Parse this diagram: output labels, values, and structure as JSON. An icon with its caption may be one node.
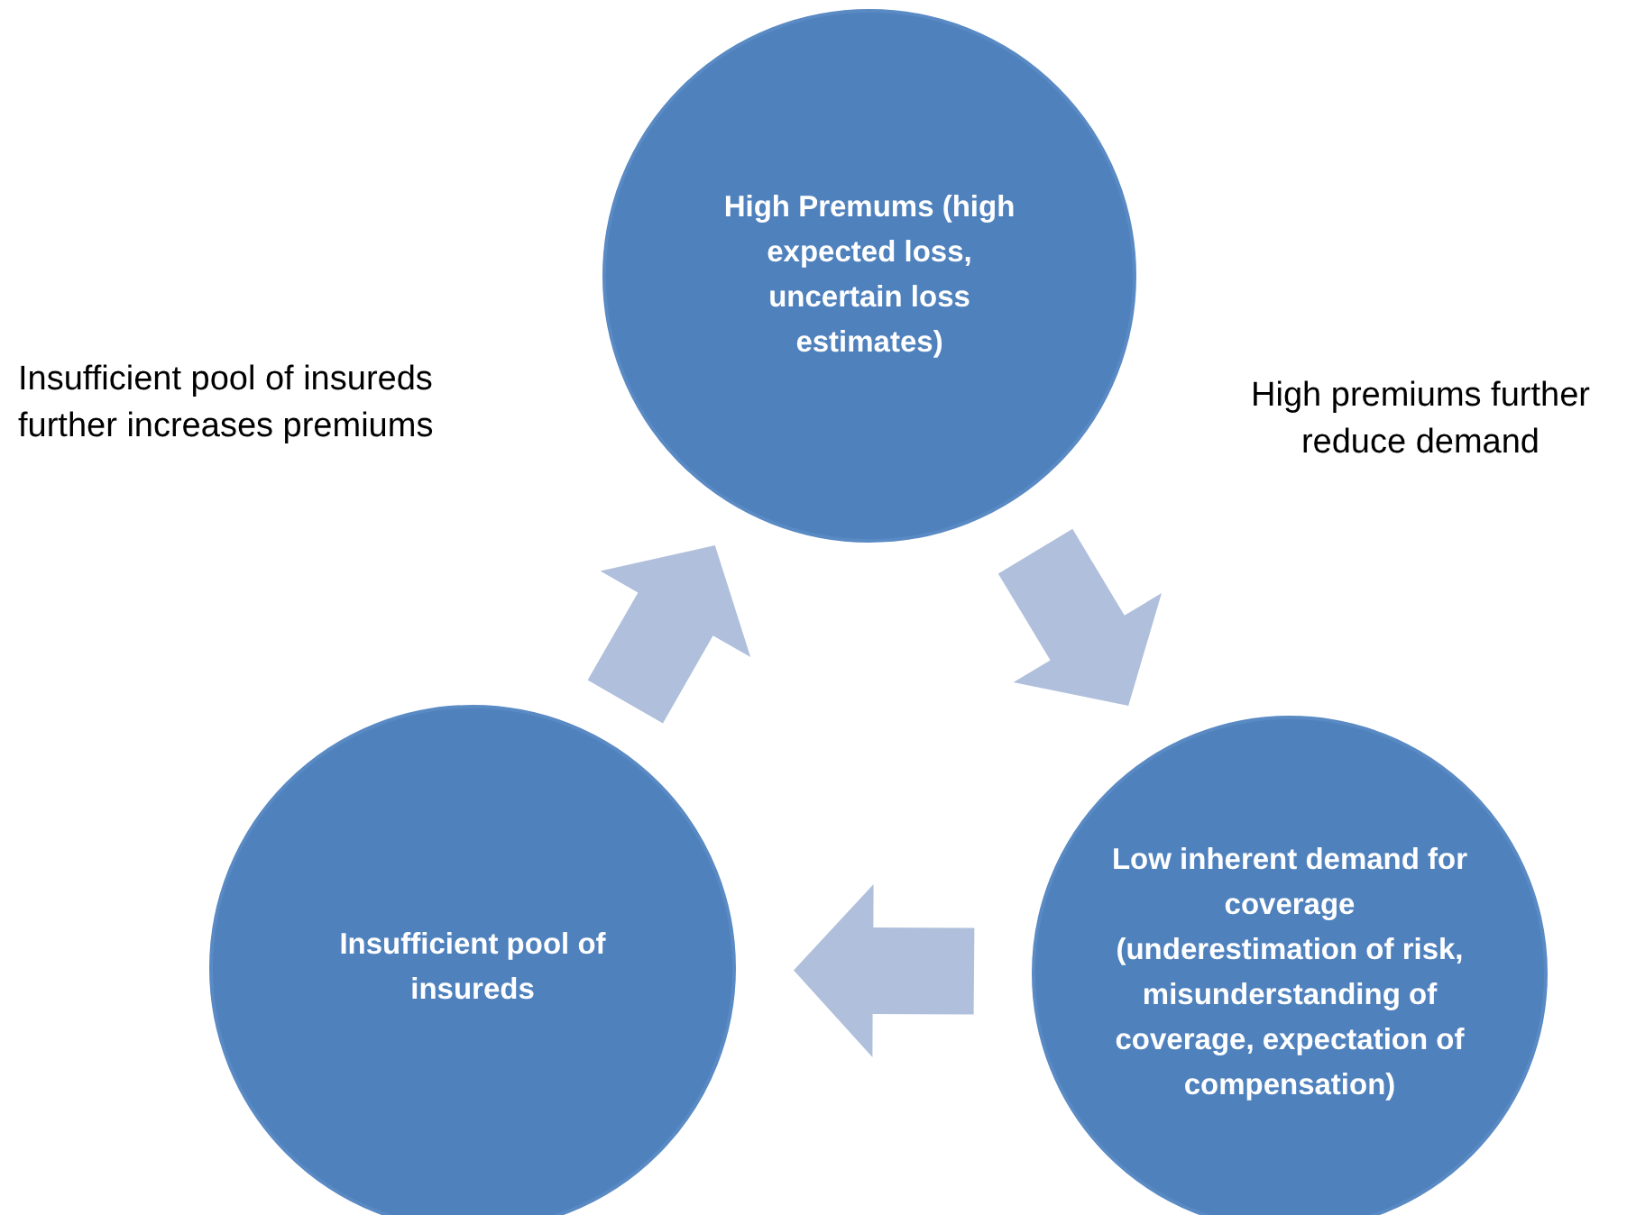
{
  "diagram": {
    "nodes": [
      {
        "text": [
          "High Premums (high expected loss, uncertain loss estimates)"
        ]
      },
      {
        "text": [
          "Low inherent demand for coverage (underestimation of risk, misunderstanding of coverage, expectation of compensation)"
        ]
      },
      {
        "text": [
          "Insufficient pool of insureds"
        ]
      }
    ],
    "edges": [
      {
        "from": 0,
        "to": 1,
        "arrow": "to"
      },
      {
        "from": 1,
        "to": 2,
        "arrow": "to"
      },
      {
        "from": 2,
        "to": 0,
        "arrow": "to"
      }
    ],
    "labels": [
      "Insufficient pool of insureds further increases premiums",
      "High premiums further reduce demand"
    ]
  }
}
